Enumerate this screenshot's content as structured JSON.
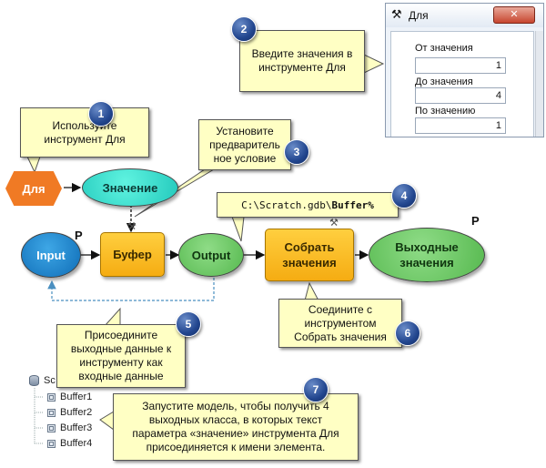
{
  "dialog": {
    "title": "Для",
    "params": [
      {
        "label": "От значения",
        "value": "1"
      },
      {
        "label": "До значения",
        "value": "4"
      },
      {
        "label": "По значению",
        "value": "1"
      }
    ]
  },
  "nodes": {
    "for_tool": "Для",
    "value": "Значение",
    "input": "Input",
    "buffer": "Буфер",
    "output": "Output",
    "collect": "Собрать значения",
    "result": "Выходные значения",
    "p_mark": "P"
  },
  "callouts": [
    {
      "number": "1",
      "lines": [
        "Используйте",
        "инструмент Для"
      ]
    },
    {
      "number": "2",
      "lines": [
        "Введите значения в",
        "инструменте Для"
      ]
    },
    {
      "number": "3",
      "lines": [
        "Установите",
        "предваритель",
        "ное условие"
      ]
    },
    {
      "number": "4",
      "path_prefix": "C:\\Scratch.gdb\\",
      "path_bold": "Buffer%"
    },
    {
      "number": "5",
      "lines": [
        "Присоедините",
        "выходные данные к",
        "инструменту как",
        "входные данные"
      ]
    },
    {
      "number": "6",
      "lines": [
        "Соедините с",
        "инструментом",
        "Собрать значения"
      ]
    },
    {
      "number": "7",
      "lines": [
        "Запустите модель, чтобы получить 4",
        "выходных класса, в которых текст",
        "параметра «значение» инструмента Для",
        "присоединяется к имени элемента."
      ]
    }
  ],
  "tree": {
    "root_partial": "Sc",
    "items": [
      "Buffer1",
      "Buffer2",
      "Buffer3",
      "Buffer4"
    ]
  },
  "colors": {
    "callout_fill": "#ffffc4",
    "badge": "#22468f",
    "input_node": "#0e6cb6",
    "output_node": "#55b84e",
    "value_node": "#22c9bc",
    "tool_node": "#f5ac12",
    "for_tool": "#f07a24"
  }
}
